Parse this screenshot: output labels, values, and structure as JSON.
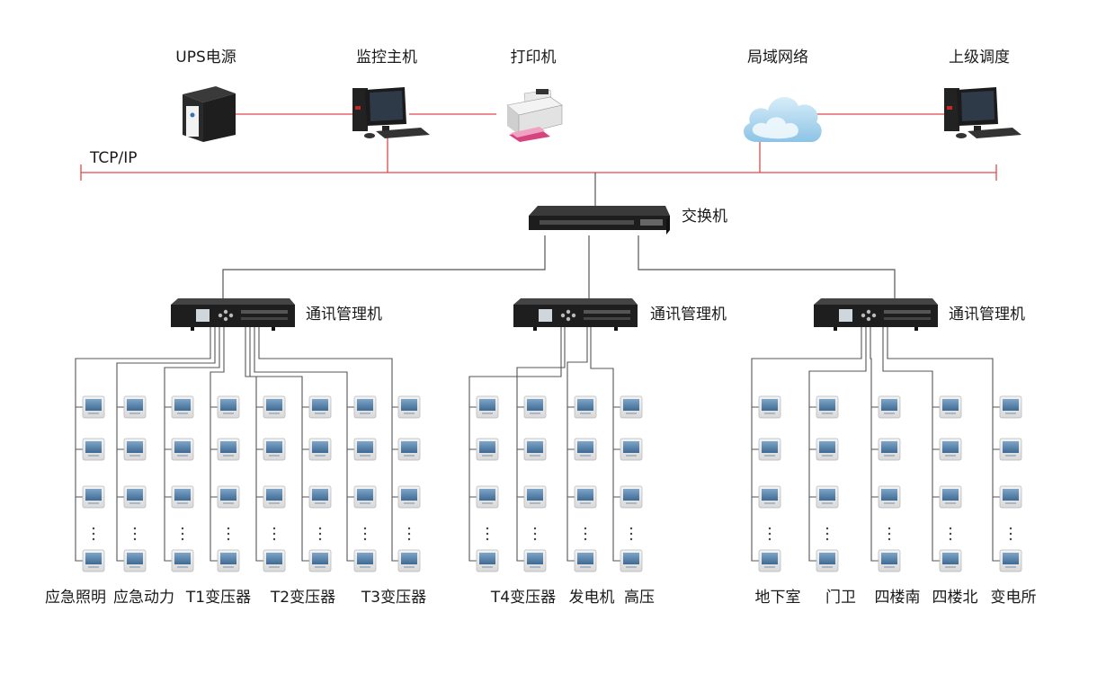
{
  "top_devices": [
    {
      "id": "ups",
      "label": "UPS电源",
      "icon": "ups-icon"
    },
    {
      "id": "monitor",
      "label": "监控主机",
      "icon": "computer-icon"
    },
    {
      "id": "printer",
      "label": "打印机",
      "icon": "printer-icon"
    },
    {
      "id": "lan",
      "label": "局域网络",
      "icon": "cloud-icon"
    },
    {
      "id": "dispatch",
      "label": "上级调度",
      "icon": "computer-icon"
    }
  ],
  "bus_label": "TCP/IP",
  "switch_label": "交换机",
  "managers": [
    {
      "label": "通讯管理机"
    },
    {
      "label": "通讯管理机"
    },
    {
      "label": "通讯管理机"
    }
  ],
  "groups": [
    {
      "label": "应急照明"
    },
    {
      "label": "应急动力"
    },
    {
      "label": "T1变压器"
    },
    {
      "label": "T2变压器"
    },
    {
      "label": "T3变压器"
    },
    {
      "label": "T4变压器"
    },
    {
      "label": "发电机"
    },
    {
      "label": "高压"
    },
    {
      "label": "地下室"
    },
    {
      "label": "门卫"
    },
    {
      "label": "四楼南"
    },
    {
      "label": "四楼北"
    },
    {
      "label": "变电所"
    }
  ],
  "colors": {
    "link": "#e0474c",
    "wire": "#555555",
    "device": "#2d2d2d"
  }
}
